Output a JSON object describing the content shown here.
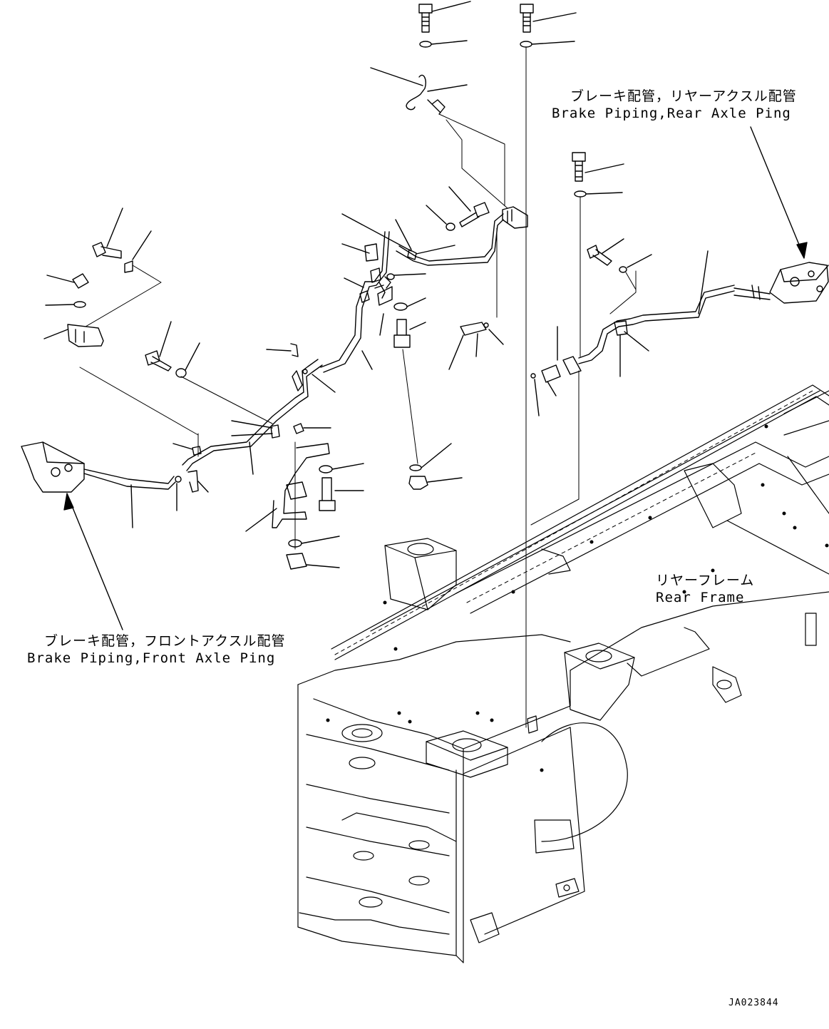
{
  "labels": {
    "rear_axle_jp": "ブレーキ配管，リヤーアクスル配管",
    "rear_axle_en": "Brake Piping,Rear Axle Ping",
    "front_axle_jp": "ブレーキ配管，フロントアクスル配管",
    "front_axle_en": "Brake Piping,Front Axle Ping",
    "rear_frame_jp": "リヤーフレーム",
    "rear_frame_en": "Rear Frame",
    "drawing_code": "JA023844"
  },
  "colors": {
    "line": "#000000",
    "background": "#ffffff"
  }
}
